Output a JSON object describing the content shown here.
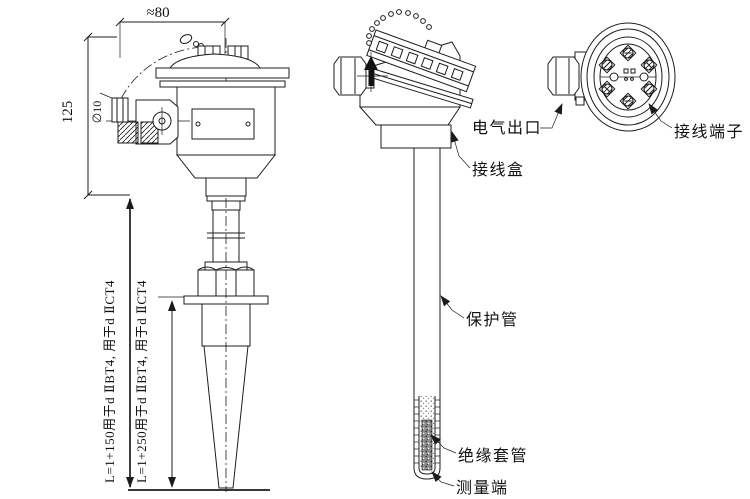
{
  "page": {
    "background": "#ffffff",
    "ink": "#1c1c1c"
  },
  "left_view": {
    "dim_width": "≈80",
    "dim_height": "125",
    "dim_entry_diameter": "∅10",
    "length_note_150": "L=1+150用于d ⅡBT4, 用于d ⅡCT4",
    "length_note_250": "L=1+250用于d ⅡBT4, 用于d ⅡCT4"
  },
  "callouts": {
    "electrical_outlet": "电气出口",
    "junction_box": "接线盒",
    "terminal_block": "接线端子",
    "protection_tube": "保护管",
    "insulation_sleeve": "绝缘套管",
    "measuring_end": "测量端"
  }
}
